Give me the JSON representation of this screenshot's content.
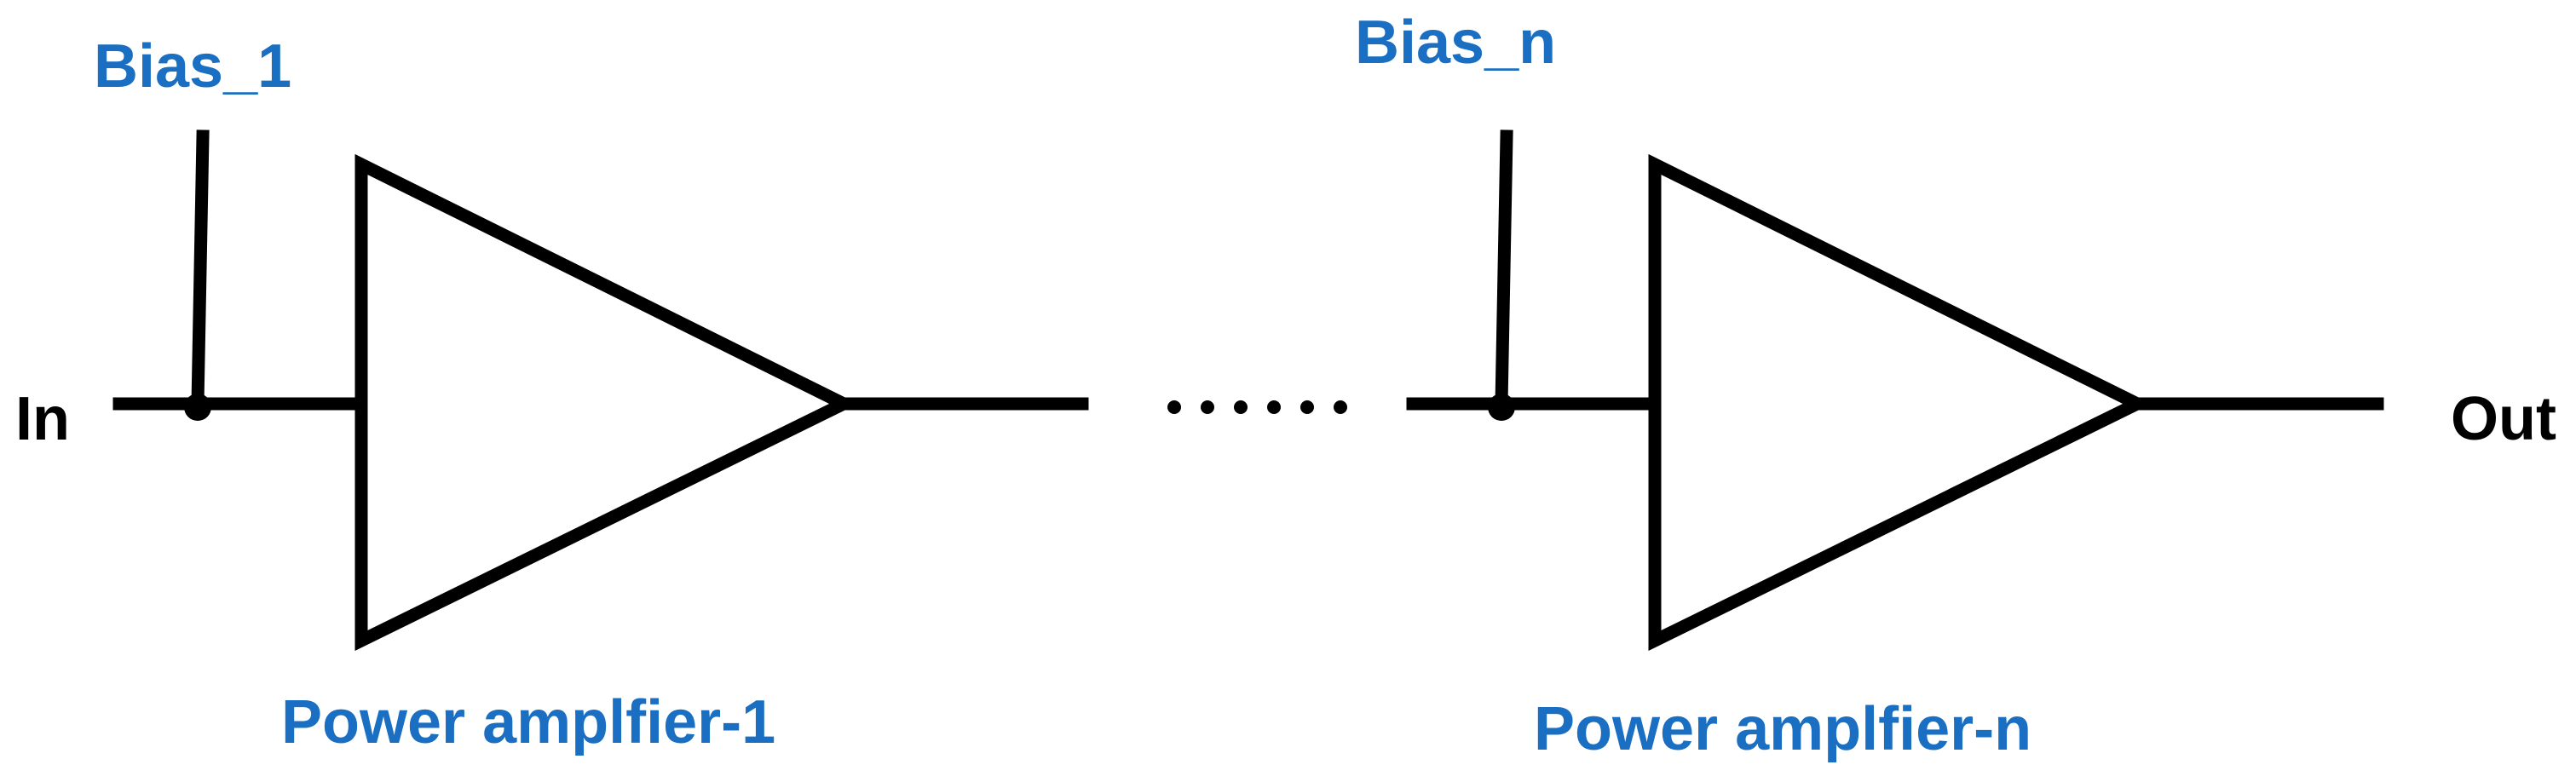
{
  "colors": {
    "label_blue": "#1a6fc2",
    "line": "#000000",
    "background": "#ffffff"
  },
  "terminals": {
    "input": "In",
    "output": "Out"
  },
  "stages": [
    {
      "bias_label": "Bias_1",
      "amplifier_label": "Power amplfier-1"
    },
    {
      "bias_label": "Bias_n",
      "amplifier_label": "Power amplfier-n"
    }
  ],
  "continuation_marker": "ellipsis-dots"
}
